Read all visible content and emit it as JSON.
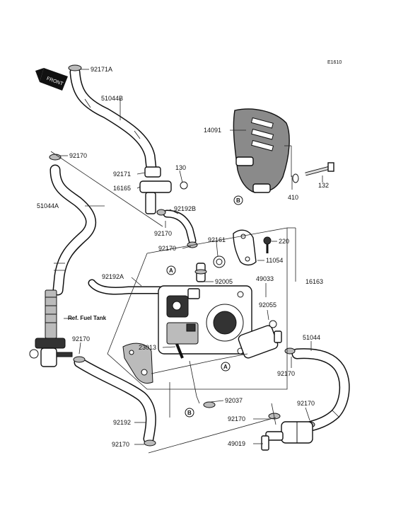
{
  "diagram_code": "E1610",
  "front_label": "FRONT",
  "callouts": {
    "c_92171A": "92171A",
    "c_51044B": "51044B",
    "c_14091": "14091",
    "c_92170_a": "92170",
    "c_92171": "92171",
    "c_130": "130",
    "c_16165": "16165",
    "c_51044A": "51044A",
    "c_92192B": "92192B",
    "c_92170_b": "92170",
    "c_92170_c": "92170",
    "c_92161": "92161",
    "c_220": "220",
    "c_11054": "11054",
    "c_410": "410",
    "c_132": "132",
    "c_92192A": "92192A",
    "c_92005": "92005",
    "c_49033": "49033",
    "c_16163": "16163",
    "c_92055": "92055",
    "c_ref_fuel_tank": "Ref. Fuel Tank",
    "c_92170_d": "92170",
    "c_23013": "23013",
    "c_51044": "51044",
    "c_92170_e": "92170",
    "c_92037": "92037",
    "c_92192": "92192",
    "c_92170_f": "92170",
    "c_92170_g": "92170",
    "c_92170_h": "92170",
    "c_49019": "49019"
  },
  "markers": {
    "a_top": "A",
    "a_bottom": "A",
    "b_top": "B",
    "b_bottom": "B"
  }
}
